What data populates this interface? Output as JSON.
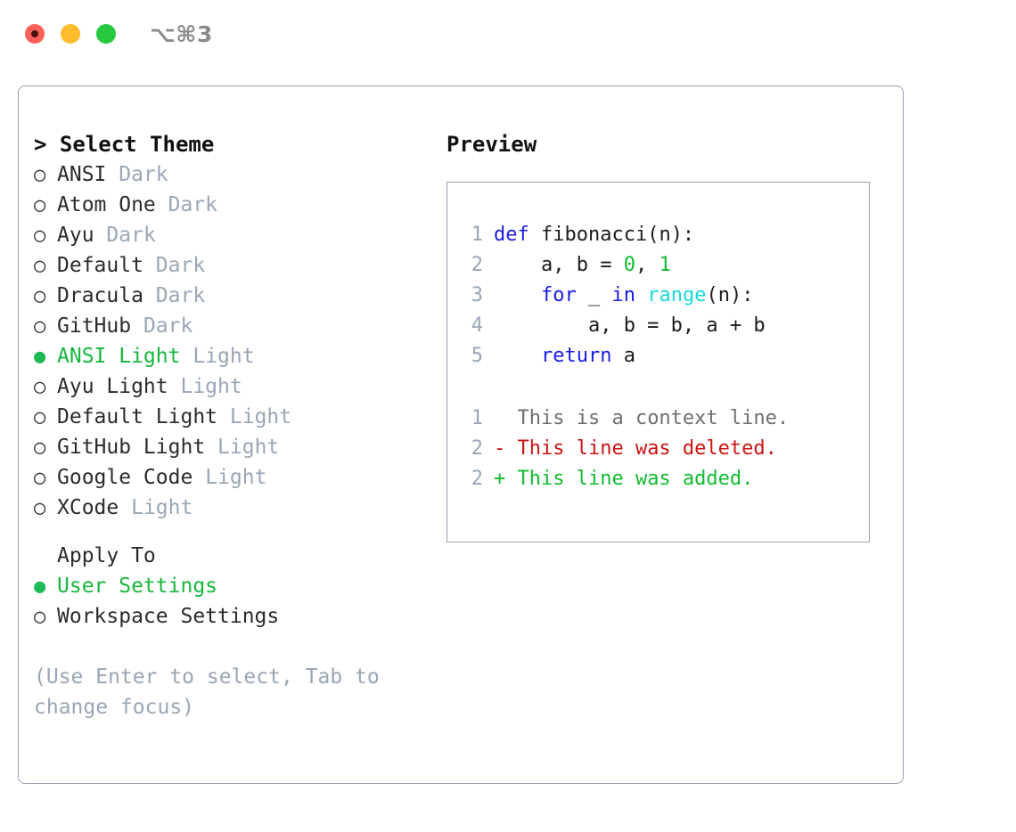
{
  "window": {
    "title": "⌥⌘3",
    "controls": [
      {
        "name": "close",
        "color": "#ff6159"
      },
      {
        "name": "minimize",
        "color": "#ffbd2e"
      },
      {
        "name": "maximize",
        "color": "#28c83f"
      }
    ]
  },
  "theme_panel": {
    "heading": "> Select Theme",
    "selected_bullet": "●",
    "unselected_bullet": "○",
    "accent_color": "#16b83c",
    "tag_color": "#9aa6b6",
    "items": [
      {
        "name": "ANSI",
        "tag": "Dark",
        "selected": false
      },
      {
        "name": "Atom One",
        "tag": "Dark",
        "selected": false
      },
      {
        "name": "Ayu",
        "tag": "Dark",
        "selected": false
      },
      {
        "name": "Default",
        "tag": "Dark",
        "selected": false
      },
      {
        "name": "Dracula",
        "tag": "Dark",
        "selected": false
      },
      {
        "name": "GitHub",
        "tag": "Dark",
        "selected": false
      },
      {
        "name": "ANSI Light",
        "tag": "Light",
        "selected": true
      },
      {
        "name": "Ayu Light",
        "tag": "Light",
        "selected": false
      },
      {
        "name": "Default Light",
        "tag": "Light",
        "selected": false
      },
      {
        "name": "GitHub Light",
        "tag": "Light",
        "selected": false
      },
      {
        "name": "Google Code",
        "tag": "Light",
        "selected": false
      },
      {
        "name": "XCode",
        "tag": "Light",
        "selected": false
      }
    ]
  },
  "apply_to": {
    "label": "Apply To",
    "options": [
      {
        "label": "User Settings",
        "selected": true
      },
      {
        "label": "Workspace Settings",
        "selected": false
      }
    ]
  },
  "hint": "(Use Enter to select, Tab to\nchange focus)",
  "preview": {
    "heading": "Preview",
    "code": [
      {
        "no": "1",
        "tokens": [
          {
            "t": "def",
            "c": "tok-kw"
          },
          {
            "t": " fibonacci(n):",
            "c": "tok-plain"
          }
        ]
      },
      {
        "no": "2",
        "tokens": [
          {
            "t": "    a, b = ",
            "c": "tok-plain"
          },
          {
            "t": "0",
            "c": "tok-num"
          },
          {
            "t": ", ",
            "c": "tok-plain"
          },
          {
            "t": "1",
            "c": "tok-num"
          }
        ]
      },
      {
        "no": "3",
        "tokens": [
          {
            "t": "    ",
            "c": "tok-plain"
          },
          {
            "t": "for",
            "c": "tok-kw"
          },
          {
            "t": " _ ",
            "c": "tok-plain"
          },
          {
            "t": "in",
            "c": "tok-kw"
          },
          {
            "t": " ",
            "c": "tok-plain"
          },
          {
            "t": "range",
            "c": "tok-builtin"
          },
          {
            "t": "(n):",
            "c": "tok-plain"
          }
        ]
      },
      {
        "no": "4",
        "tokens": [
          {
            "t": "        a, b = b, a + b",
            "c": "tok-plain"
          }
        ]
      },
      {
        "no": "5",
        "tokens": [
          {
            "t": "    ",
            "c": "tok-plain"
          },
          {
            "t": "return",
            "c": "tok-kw"
          },
          {
            "t": " a",
            "c": "tok-plain"
          }
        ]
      }
    ],
    "diff": [
      {
        "no": "1",
        "marker": " ",
        "text": " This is a context line.",
        "cls": "diff-ctx"
      },
      {
        "no": "2",
        "marker": "-",
        "text": " This line was deleted.",
        "cls": "diff-del"
      },
      {
        "no": "2",
        "marker": "+",
        "text": " This line was added.",
        "cls": "diff-add"
      }
    ]
  }
}
